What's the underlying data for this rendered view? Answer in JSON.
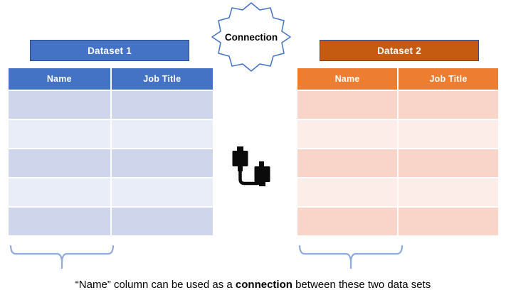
{
  "diagram": {
    "title_text": "“Name” column can be used as a connection between these two data sets",
    "caption": {
      "part1": "“Name” column can be used as a ",
      "emphasis": "connection",
      "part2": " between these two data sets"
    },
    "connection_badge": {
      "label": "Connection",
      "shape": "12-point-star",
      "outline_color": "#4472C4",
      "fill_color": "#FFFFFF"
    },
    "connector_icon": {
      "name": "usb-cable-icon",
      "color": "#000000"
    },
    "braces": {
      "color": "#8FAADC",
      "left_target": "Name",
      "right_target": "Name"
    },
    "datasets": [
      {
        "banner_label": "Dataset 1",
        "banner_color": "#4472C4",
        "banner_border_color": "#2E4E87",
        "header_color": "#4472C4",
        "band_a_color": "#CFD5EA",
        "band_b_color": "#E9EDF7",
        "columns": [
          "Name",
          "Job Title"
        ],
        "row_count": 5,
        "rows": [
          [
            "",
            ""
          ],
          [
            "",
            ""
          ],
          [
            "",
            ""
          ],
          [
            "",
            ""
          ],
          [
            "",
            ""
          ]
        ]
      },
      {
        "banner_label": "Dataset 2",
        "banner_color": "#C55A11",
        "banner_border_color": "#2E4E87",
        "header_color": "#ED7D31",
        "band_a_color": "#F8D5C8",
        "band_b_color": "#FCEDE8",
        "columns": [
          "Name",
          "Job Title"
        ],
        "row_count": 5,
        "rows": [
          [
            "",
            ""
          ],
          [
            "",
            ""
          ],
          [
            "",
            ""
          ],
          [
            "",
            ""
          ],
          [
            "",
            ""
          ]
        ]
      }
    ]
  }
}
